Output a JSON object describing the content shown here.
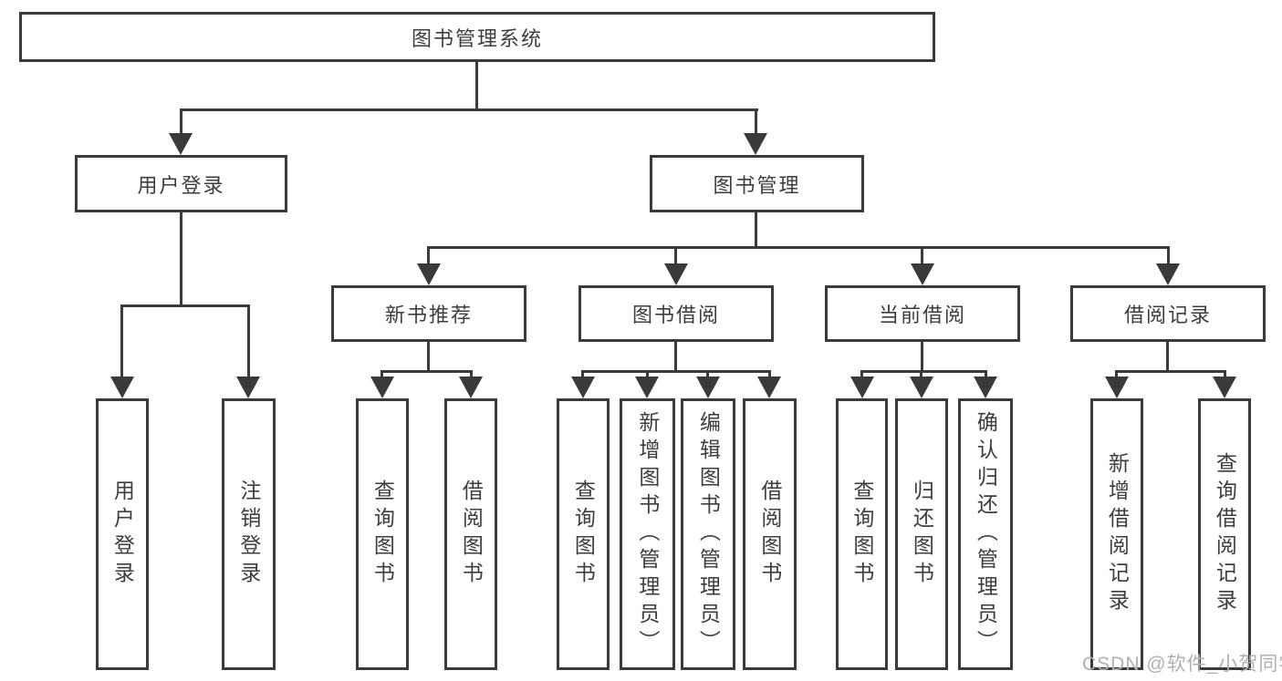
{
  "diagram_type": "hierarchy-tree",
  "tree": {
    "root": {
      "label": "图书管理系统",
      "children": [
        {
          "label": "用户登录",
          "children": [
            {
              "label": "用户登录"
            },
            {
              "label": "注销登录"
            }
          ]
        },
        {
          "label": "图书管理",
          "children": [
            {
              "label": "新书推荐",
              "children": [
                {
                  "label": "查询图书"
                },
                {
                  "label": "借阅图书"
                }
              ]
            },
            {
              "label": "图书借阅",
              "children": [
                {
                  "label": "查询图书"
                },
                {
                  "label": "新增图书（管理员）"
                },
                {
                  "label": "编辑图书（管理员）"
                },
                {
                  "label": "借阅图书"
                }
              ]
            },
            {
              "label": "当前借阅",
              "children": [
                {
                  "label": "查询图书"
                },
                {
                  "label": "归还图书"
                },
                {
                  "label": "确认归还（管理员）"
                }
              ]
            },
            {
              "label": "借阅记录",
              "children": [
                {
                  "label": "新增借阅记录"
                },
                {
                  "label": "查询借阅记录"
                }
              ]
            }
          ]
        }
      ]
    }
  },
  "watermark": {
    "text": "CSDN @软件_小贺同学",
    "color": "#b0b0b0"
  },
  "colors": {
    "line": "#3a3a3a",
    "text": "#3d3d3d",
    "background": "#ffffff"
  }
}
